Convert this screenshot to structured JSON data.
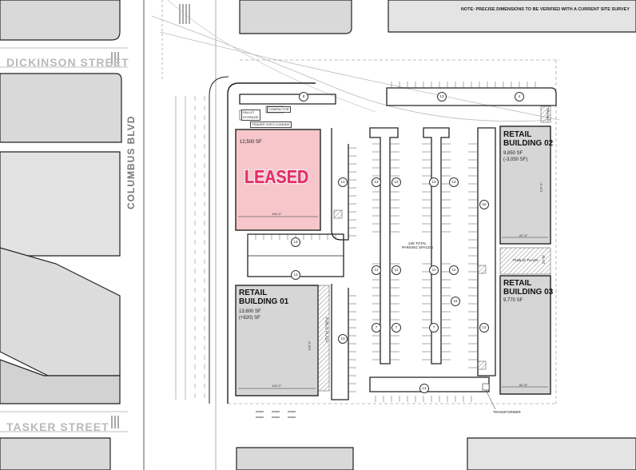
{
  "note": "NOTE: PRECISE DIMENSIONS TO BE VERIFIED WITH A CURRENT SITE SURVEY",
  "streets": {
    "dickinson": "DICKINSON STREET",
    "tasker": "TASKER STREET",
    "columbus": "COLUMBUS BLVD"
  },
  "leased_building": {
    "sf": "12,500 SF",
    "stamp": "LEASED",
    "width_dim": "100'-0\""
  },
  "retail_01": {
    "title": "RETAIL\nBUILDING 01",
    "sf": "13,600 SF\n(+820) SF",
    "width_dim": "100'-0\"",
    "depth_dim": "136'-0\""
  },
  "retail_02": {
    "title": "RETAIL\nBUILDING 02",
    "sf": "9,850 SF\n(-3,050 SF)",
    "width_dim": "82'-8\"",
    "depth_dim": "120'-0\""
  },
  "retail_03": {
    "title": "RETAIL\nBUILDING 03",
    "sf": "9,770 SF",
    "width_dim": "82'-8\""
  },
  "labels": {
    "pallet_storage": "PALLET\nSTORAGE",
    "compactor": "COMPACTOR",
    "loading": "TRADER JOE'S LOADING",
    "parking_total": "248 TOTAL\nPARKING SPACES",
    "public_plaza": "PUBLIC PLAZA",
    "public_plaza_v": "PUBLIC PLAZA",
    "transformer": "TRANSFORMER",
    "trash": "TRASH",
    "plaza_dim": "27'-0\""
  },
  "space_counts": {
    "c1": "8",
    "c2": "13",
    "c3": "4",
    "c4": "13",
    "c5": "13",
    "c6": "13",
    "c7": "13",
    "c8": "16",
    "c9": "13",
    "c10": "12",
    "c11": "11",
    "c12": "11",
    "c13": "11",
    "c14": "16",
    "c15": "7",
    "c16": "7",
    "c17": "7",
    "c18": "13",
    "c19": "13",
    "c20": "14",
    "c21": "13",
    "c22": "11"
  }
}
